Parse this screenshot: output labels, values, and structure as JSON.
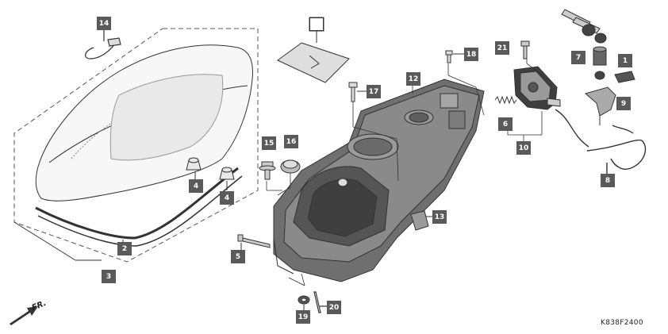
{
  "diagram": {
    "front_label": "FR.",
    "drawing_code": "K838F2400",
    "colors": {
      "label_bg": "#5a5a5a",
      "label_text": "#ffffff",
      "line": "#333333",
      "box_fill": "#444444"
    },
    "part_labels": {
      "p1": "1",
      "p2": "2",
      "p3": "3",
      "p4a": "4",
      "p4b": "4",
      "p5": "5",
      "p6": "6",
      "p7": "7",
      "p8": "8",
      "p9": "9",
      "p10": "10",
      "p12": "12",
      "p13": "13",
      "p14": "14",
      "p15": "15",
      "p16": "16",
      "p17": "17",
      "p18": "18",
      "p19": "19",
      "p20": "20",
      "p21": "21",
      "blank": ""
    }
  }
}
